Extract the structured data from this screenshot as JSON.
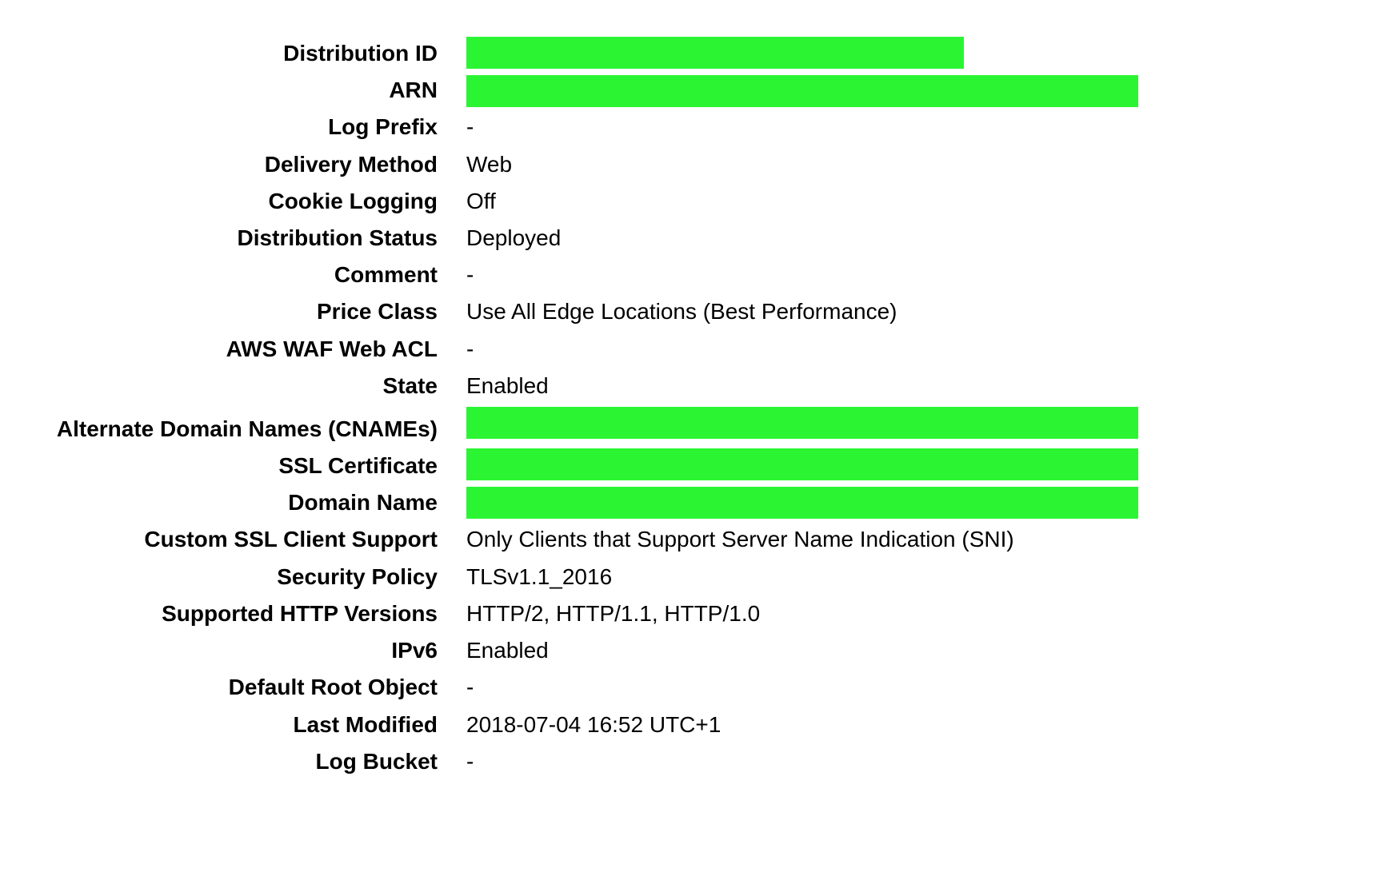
{
  "colors": {
    "redaction": "#2bf533",
    "text": "#000000",
    "background": "#ffffff"
  },
  "rows": [
    {
      "label": "Distribution ID",
      "value": "",
      "redacted": true
    },
    {
      "label": "ARN",
      "value": "",
      "redacted": true
    },
    {
      "label": "Log Prefix",
      "value": "-"
    },
    {
      "label": "Delivery Method",
      "value": "Web"
    },
    {
      "label": "Cookie Logging",
      "value": "Off"
    },
    {
      "label": "Distribution Status",
      "value": "Deployed"
    },
    {
      "label": "Comment",
      "value": "-"
    },
    {
      "label": "Price Class",
      "value": "Use All Edge Locations (Best Performance)"
    },
    {
      "label": "AWS WAF Web ACL",
      "value": "-"
    },
    {
      "label": "State",
      "value": "Enabled"
    },
    {
      "label": "Alternate Domain Names (CNAMEs)",
      "value": "",
      "redacted": true
    },
    {
      "label": "SSL Certificate",
      "value": "",
      "redacted": true
    },
    {
      "label": "Domain Name",
      "value": "",
      "redacted": true
    },
    {
      "label": "Custom SSL Client Support",
      "value": "Only Clients that Support Server Name Indication (SNI)"
    },
    {
      "label": "Security Policy",
      "value": "TLSv1.1_2016"
    },
    {
      "label": "Supported HTTP Versions",
      "value": "HTTP/2, HTTP/1.1, HTTP/1.0"
    },
    {
      "label": "IPv6",
      "value": "Enabled"
    },
    {
      "label": "Default Root Object",
      "value": "-"
    },
    {
      "label": "Last Modified",
      "value": "2018-07-04 16:52 UTC+1"
    },
    {
      "label": "Log Bucket",
      "value": "-"
    }
  ]
}
